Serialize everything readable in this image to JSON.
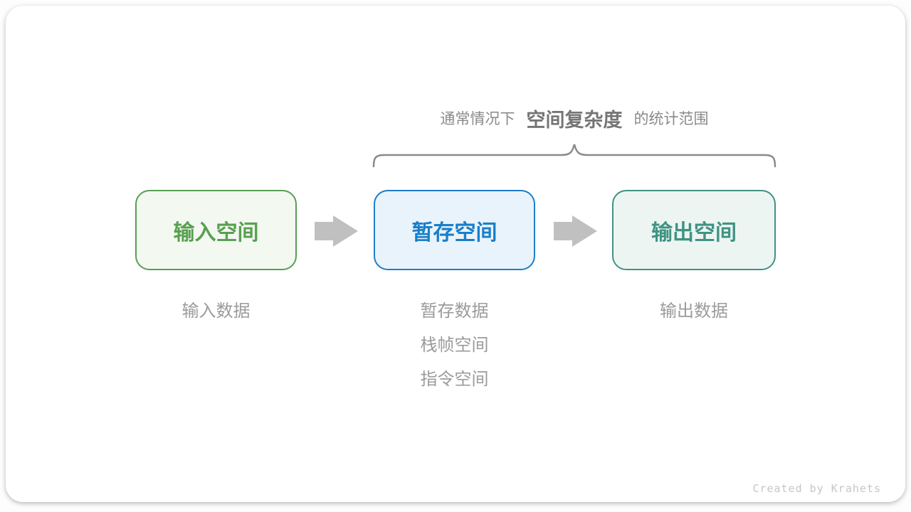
{
  "diagram": {
    "annotation": {
      "prefix": "通常情况下",
      "highlight": "空间复杂度",
      "suffix": "的统计范围"
    },
    "boxes": [
      {
        "label": "输入空间",
        "notes": [
          "输入数据"
        ],
        "border_color": "#5a9e54",
        "fill_color": "#f3f8f1",
        "text_color": "#58a050"
      },
      {
        "label": "暂存空间",
        "notes": [
          "暂存数据",
          "栈帧空间",
          "指令空间"
        ],
        "border_color": "#1e7ec8",
        "fill_color": "#e9f3fb",
        "text_color": "#197fc9"
      },
      {
        "label": "输出空间",
        "notes": [
          "输出数据"
        ],
        "border_color": "#419184",
        "fill_color": "#edf5f2",
        "text_color": "#3f9383"
      }
    ],
    "arrow_color": "#c0c0c0",
    "brace_color": "#8a8a8a",
    "note_color": "#9b9b9b"
  },
  "footer": {
    "credit": "Created by Krahets"
  }
}
